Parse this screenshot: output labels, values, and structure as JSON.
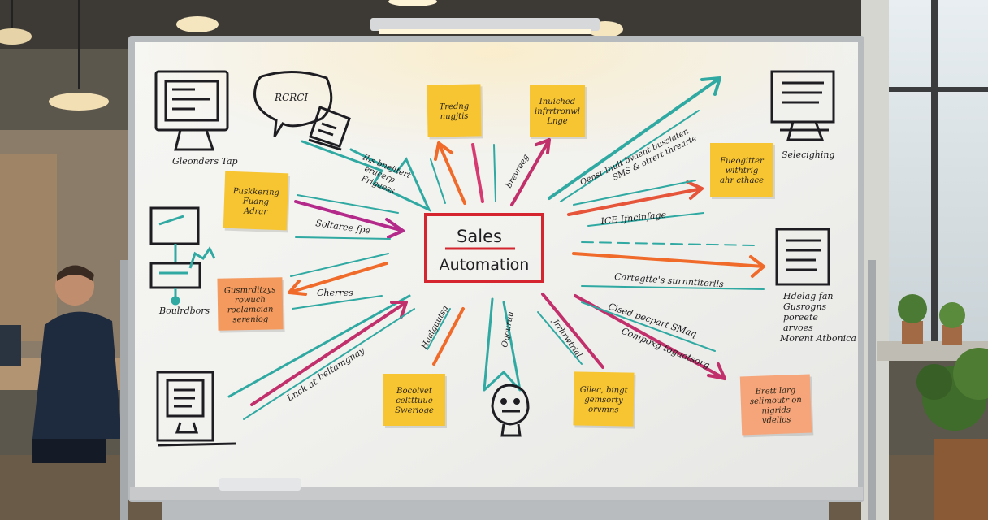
{
  "center": {
    "line1": "Sales",
    "line2": "Automation"
  },
  "notes": [
    {
      "id": "n1",
      "lines": [
        "Tredng",
        "nugjtis"
      ],
      "color": "#f7c531"
    },
    {
      "id": "n2",
      "lines": [
        "Inuiched",
        "infrrtronwl",
        "Lnge"
      ],
      "color": "#f7c531"
    },
    {
      "id": "n3",
      "lines": [
        "Puskkering",
        "Fuang",
        "Adrar"
      ],
      "color": "#f7c531"
    },
    {
      "id": "n4",
      "lines": [
        "Fueogitter",
        "withtrig",
        "ahr cthace"
      ],
      "color": "#f7c531"
    },
    {
      "id": "n5",
      "lines": [
        "Gusmrditzys",
        "rowuch",
        "roelamcian",
        "sereniog"
      ],
      "color": "#f49a5e"
    },
    {
      "id": "n6",
      "lines": [
        "Bocolvet",
        "celtttuue",
        "Swerioge"
      ],
      "color": "#f7c531"
    },
    {
      "id": "n7",
      "lines": [
        "Gilec, bingt",
        "gemsorty",
        "orvmns"
      ],
      "color": "#f7c531"
    },
    {
      "id": "n8",
      "lines": [
        "Brett larg",
        "selimoutr on",
        "nigrids",
        "vdelios"
      ],
      "color": "#f6a57a"
    }
  ],
  "labels": {
    "top_left_icon": "Gleonders Tap",
    "speech_bubble": "RCRCI",
    "arrow_tl": [
      "Ihs bnejitert",
      "eracerp",
      "Frigaess"
    ],
    "left_arrow_a": "Soltaree fpe",
    "left_arrow_b": "Cherres",
    "left_mid_icon": "Boulrdbors",
    "arrow_bl": [
      "Lnck at",
      "beltamgnay"
    ],
    "center_down": "Oqouruu",
    "center_down_left": "Haalguutsg",
    "center_down_right": "Jrrhrwtrial",
    "top_right_text": [
      "Oensr Inult  bvaent bussiaten",
      "SMS & otrert threarte"
    ],
    "right_arrow_a": "ICE Ifncinfage",
    "right_arrow_b": "Cartegtte's surnntiterlls",
    "right_arrow_c": "Cised pecpart SMaq",
    "right_arrow_d": "Compoxg togaatsorg",
    "right_icon_top": "Selecighing",
    "right_icon_mid": [
      "Hdelag fan",
      "Gusrogns",
      "poreete",
      "arvoes",
      "Morent Atbonica"
    ],
    "top_mid_arrow_text": "brevreeg"
  }
}
